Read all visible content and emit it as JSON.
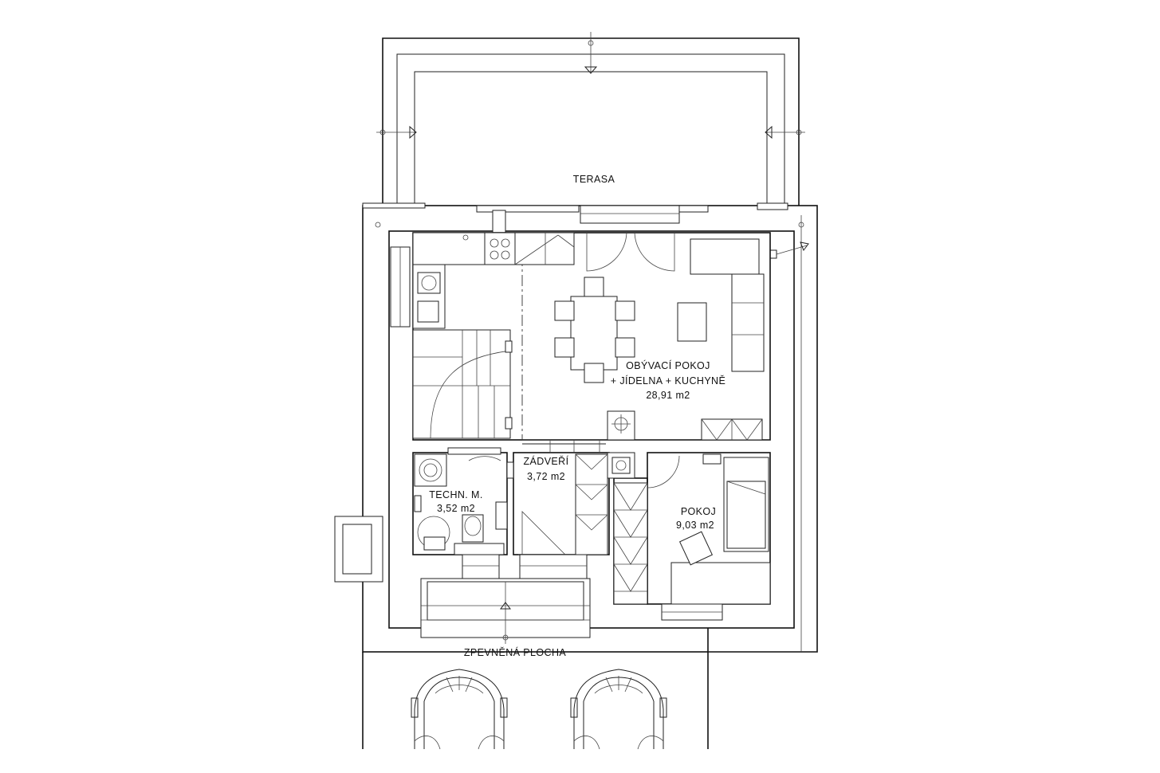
{
  "rooms": {
    "terrace": {
      "name": "TERASA"
    },
    "living": {
      "name_line1": "OBÝVACÍ POKOJ",
      "name_line2": "+ JÍDELNA + KUCHYNĚ",
      "area": "28,91 m2"
    },
    "vestibule": {
      "name": "ZÁDVEŘÍ",
      "area": "3,72 m2"
    },
    "technical": {
      "name": "TECHN. M.",
      "area": "3,52 m2"
    },
    "bedroom": {
      "name": "POKOJ",
      "area": "9,03 m2"
    },
    "paved": {
      "name": "ZPEVNĚNÁ PLOCHA"
    }
  }
}
